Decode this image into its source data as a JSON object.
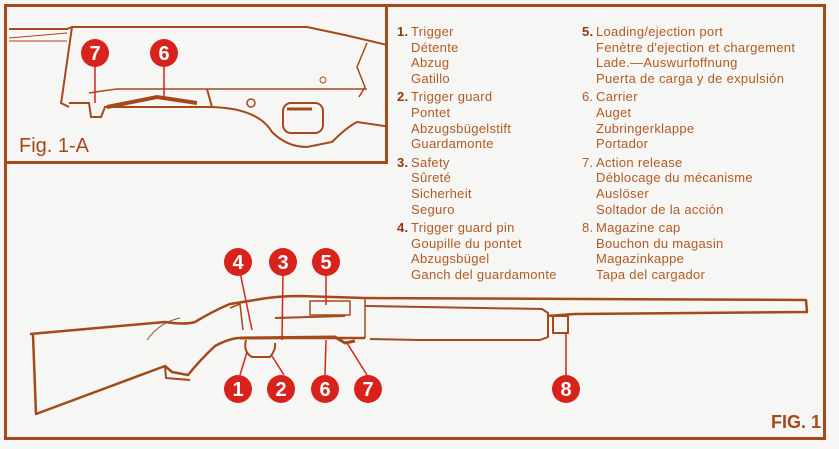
{
  "inset": {
    "label": "Fig. 1-A",
    "callouts": [
      "7",
      "6"
    ]
  },
  "figure": {
    "label": "FIG. 1",
    "callouts": [
      "4",
      "3",
      "5",
      "1",
      "2",
      "6",
      "7",
      "8"
    ]
  },
  "legend": {
    "items": [
      {
        "num": "1.",
        "en": "Trigger",
        "fr": "Détente",
        "de": "Abzug",
        "es": "Gatillo"
      },
      {
        "num": "2.",
        "en": "Trigger guard",
        "fr": "Pontet",
        "de": "Abzugsbügelstift",
        "es": "Guardamonte"
      },
      {
        "num": "3.",
        "en": "Safety",
        "fr": "Sûreté",
        "de": "Sicherheit",
        "es": "Seguro"
      },
      {
        "num": "4.",
        "en": "Trigger guard pin",
        "fr": "Goupille du pontet",
        "de": "Abzugsbügel",
        "es": "Ganch del guardamonte"
      },
      {
        "num": "5.",
        "en": "Loading/ejection port",
        "fr": "Fenètre d'ejection et chargement",
        "de": "Lade.—Auswurfoffnung",
        "es": "Puerta de carga y de expulsión"
      },
      {
        "num": "6.",
        "en": "Carrier",
        "fr": "Auget",
        "de": "Zubringerklappe",
        "es": "Portador"
      },
      {
        "num": "7.",
        "en": "Action release",
        "fr": "Déblocage du mécanisme",
        "de": "Auslöser",
        "es": "Soltador de la acción"
      },
      {
        "num": "8.",
        "en": "Magazine cap",
        "fr": "Bouchon du magasin",
        "de": "Magazinkappe",
        "es": "Tapa del cargador"
      }
    ]
  },
  "colors": {
    "line": "#a5491b",
    "callout": "#d9221b",
    "text": "#b35a22",
    "background": "#f6f6f4"
  }
}
